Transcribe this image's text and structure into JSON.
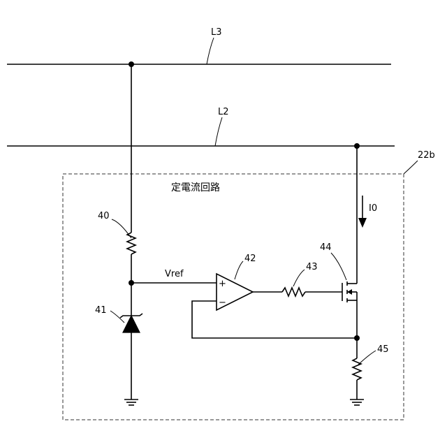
{
  "labels": {
    "line_l3": "L3",
    "line_l2": "L2",
    "circuit_ref": "22b",
    "circuit_title": "定電流回路",
    "current": "I0",
    "vref": "Vref",
    "opamp_plus": "+",
    "opamp_minus": "−",
    "ref_40": "40",
    "ref_41": "41",
    "ref_42": "42",
    "ref_43": "43",
    "ref_44": "44",
    "ref_45": "45"
  }
}
